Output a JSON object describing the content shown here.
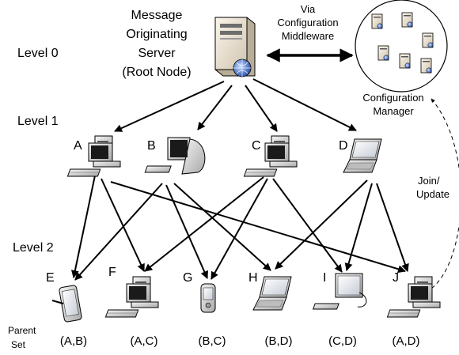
{
  "levels": {
    "level0": "Level 0",
    "level1": "Level 1",
    "level2": "Level 2"
  },
  "root": {
    "title_lines": [
      "Message",
      "Originating",
      "Server",
      "(Root Node)"
    ],
    "icon": "server-tower-icon"
  },
  "middleware": {
    "lines": [
      "Via",
      "Configuration",
      "Middleware"
    ]
  },
  "config_manager": {
    "lines": [
      "Configuration",
      "Manager"
    ],
    "icon": "server-cluster-icon"
  },
  "join_update": {
    "lines": [
      "Join/",
      "Update"
    ]
  },
  "parent_set": {
    "lines": [
      "Parent",
      "Set"
    ]
  },
  "level1_nodes": [
    {
      "letter": "A",
      "device": "desktop-computer-icon"
    },
    {
      "letter": "B",
      "device": "crt-monitor-icon"
    },
    {
      "letter": "C",
      "device": "desktop-computer-icon"
    },
    {
      "letter": "D",
      "device": "laptop-icon"
    }
  ],
  "level2_nodes": [
    {
      "letter": "E",
      "parents": "(A,B)",
      "device": "tablet-icon"
    },
    {
      "letter": "F",
      "parents": "(A,C)",
      "device": "desktop-computer-icon"
    },
    {
      "letter": "G",
      "parents": "(B,C)",
      "device": "pda-icon"
    },
    {
      "letter": "H",
      "parents": "(B,D)",
      "device": "laptop-icon"
    },
    {
      "letter": "I",
      "parents": "(C,D)",
      "device": "lcd-monitor-icon"
    },
    {
      "letter": "J",
      "parents": "(A,D)",
      "device": "desktop-computer-icon"
    }
  ]
}
